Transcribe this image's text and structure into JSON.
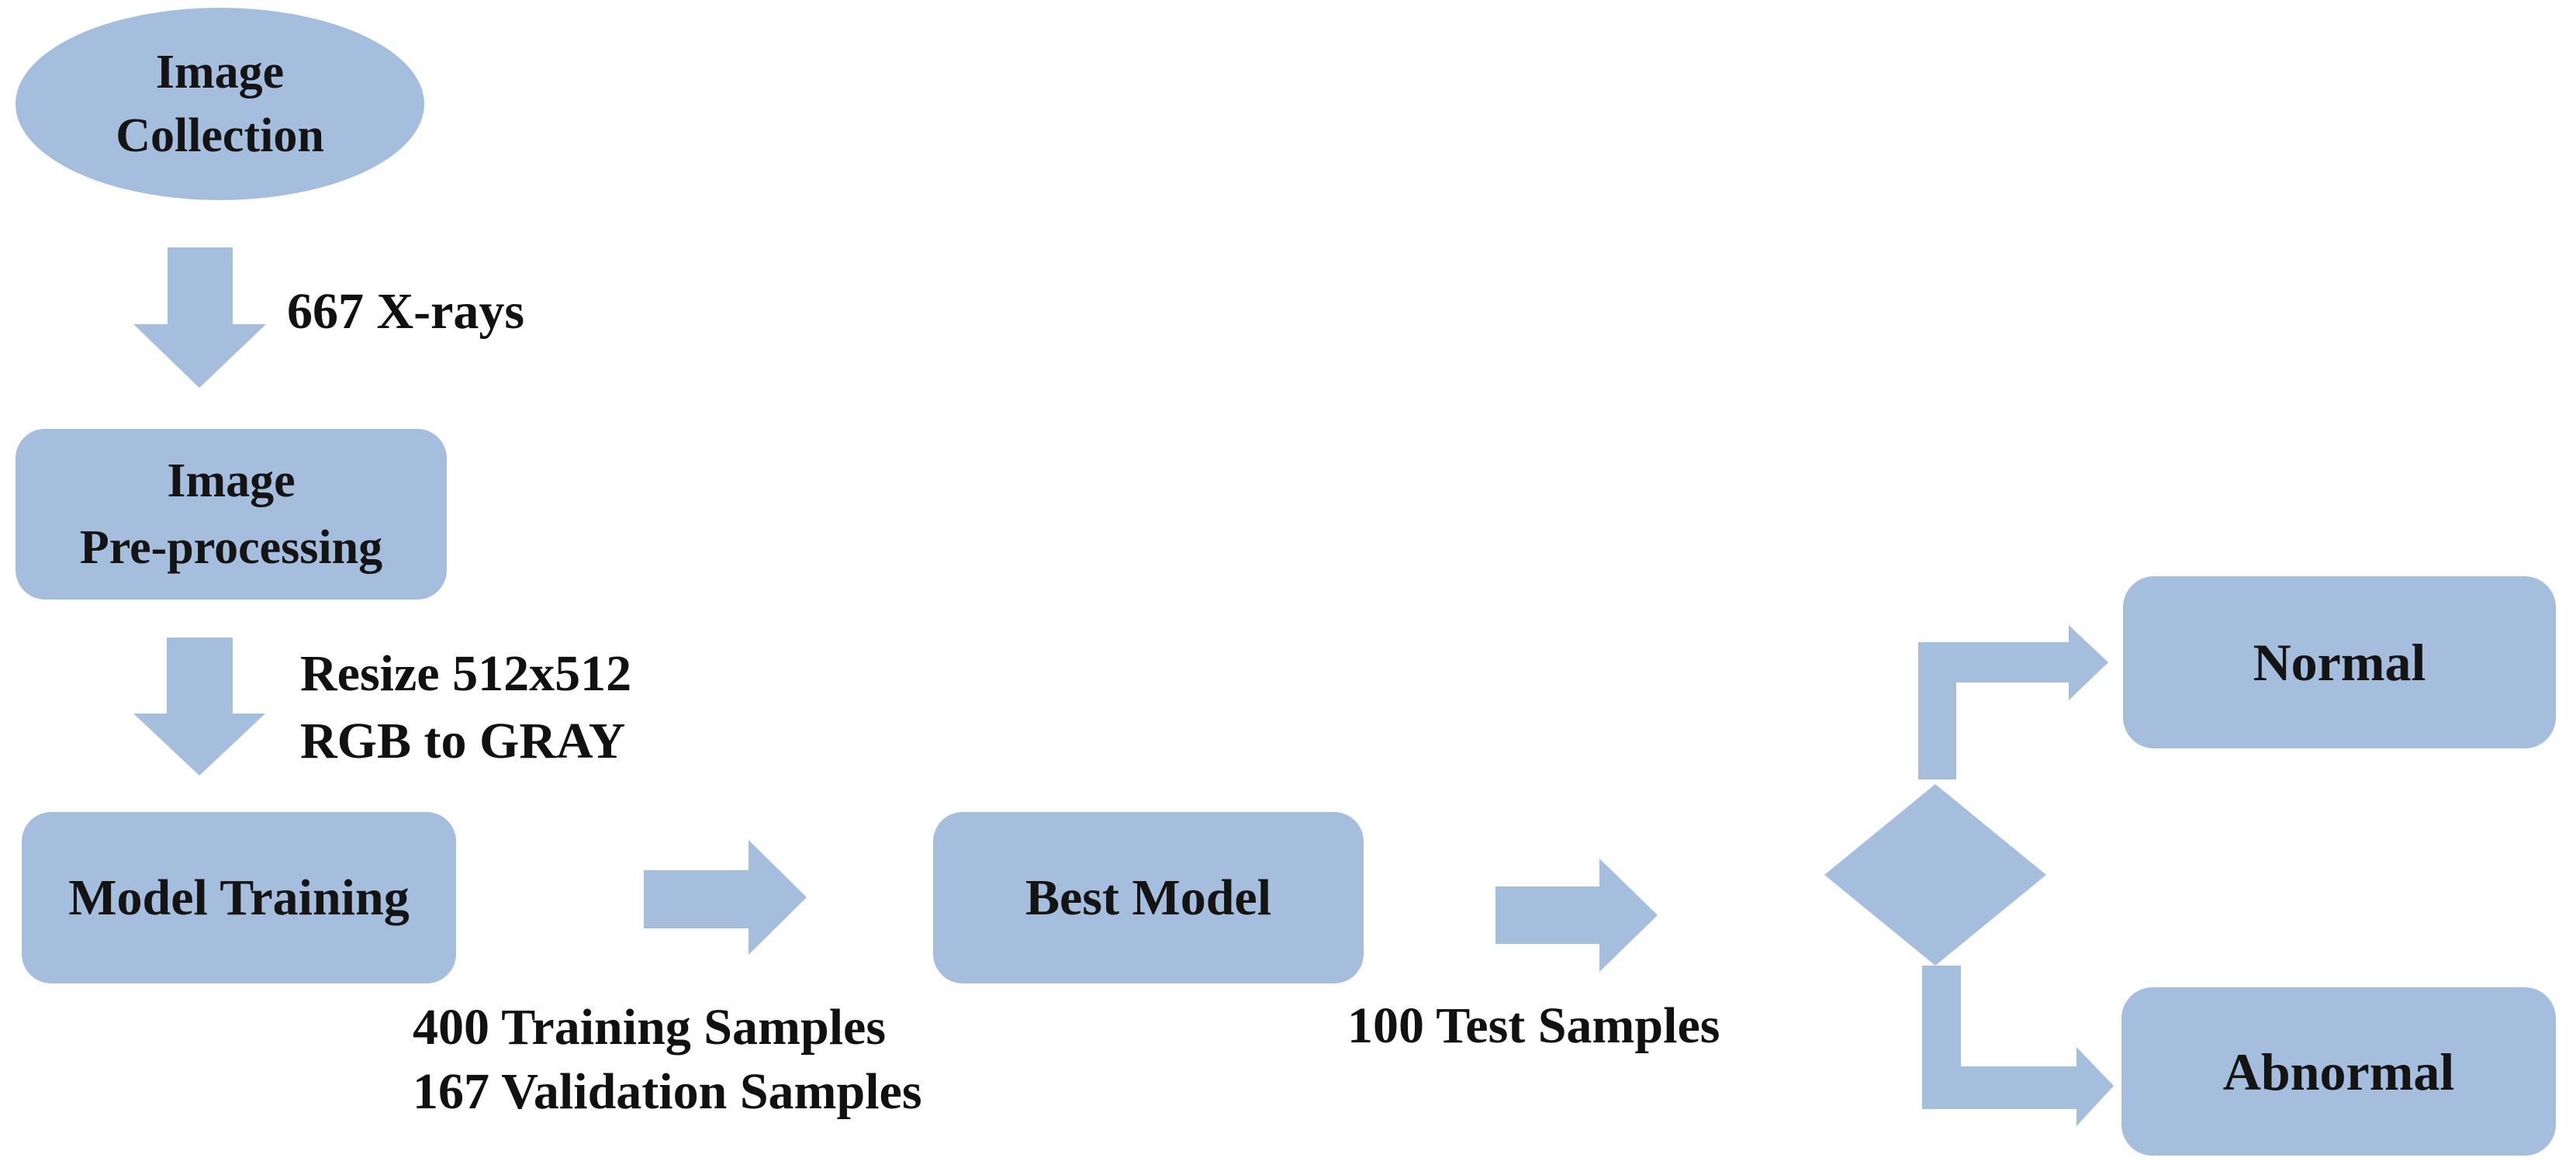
{
  "diagram": {
    "background_color": "#ffffff",
    "shape_fill_color": "#a6bedd",
    "text_color": "#141414"
  },
  "nodes": {
    "image_collection": {
      "line1": "Image",
      "line2": "Collection"
    },
    "image_preprocessing": {
      "line1": "Image",
      "line2": "Pre-processing"
    },
    "model_training": {
      "label": "Model Training"
    },
    "best_model": {
      "label": "Best Model"
    },
    "normal": {
      "label": "Normal"
    },
    "abnormal": {
      "label": "Abnormal"
    }
  },
  "edge_labels": {
    "xrays": "667 X-rays",
    "resize_line1": "Resize 512x512",
    "resize_line2": "RGB to GRAY",
    "samples_line1": "400 Training Samples",
    "samples_line2": "167 Validation Samples",
    "test": "100 Test Samples"
  }
}
